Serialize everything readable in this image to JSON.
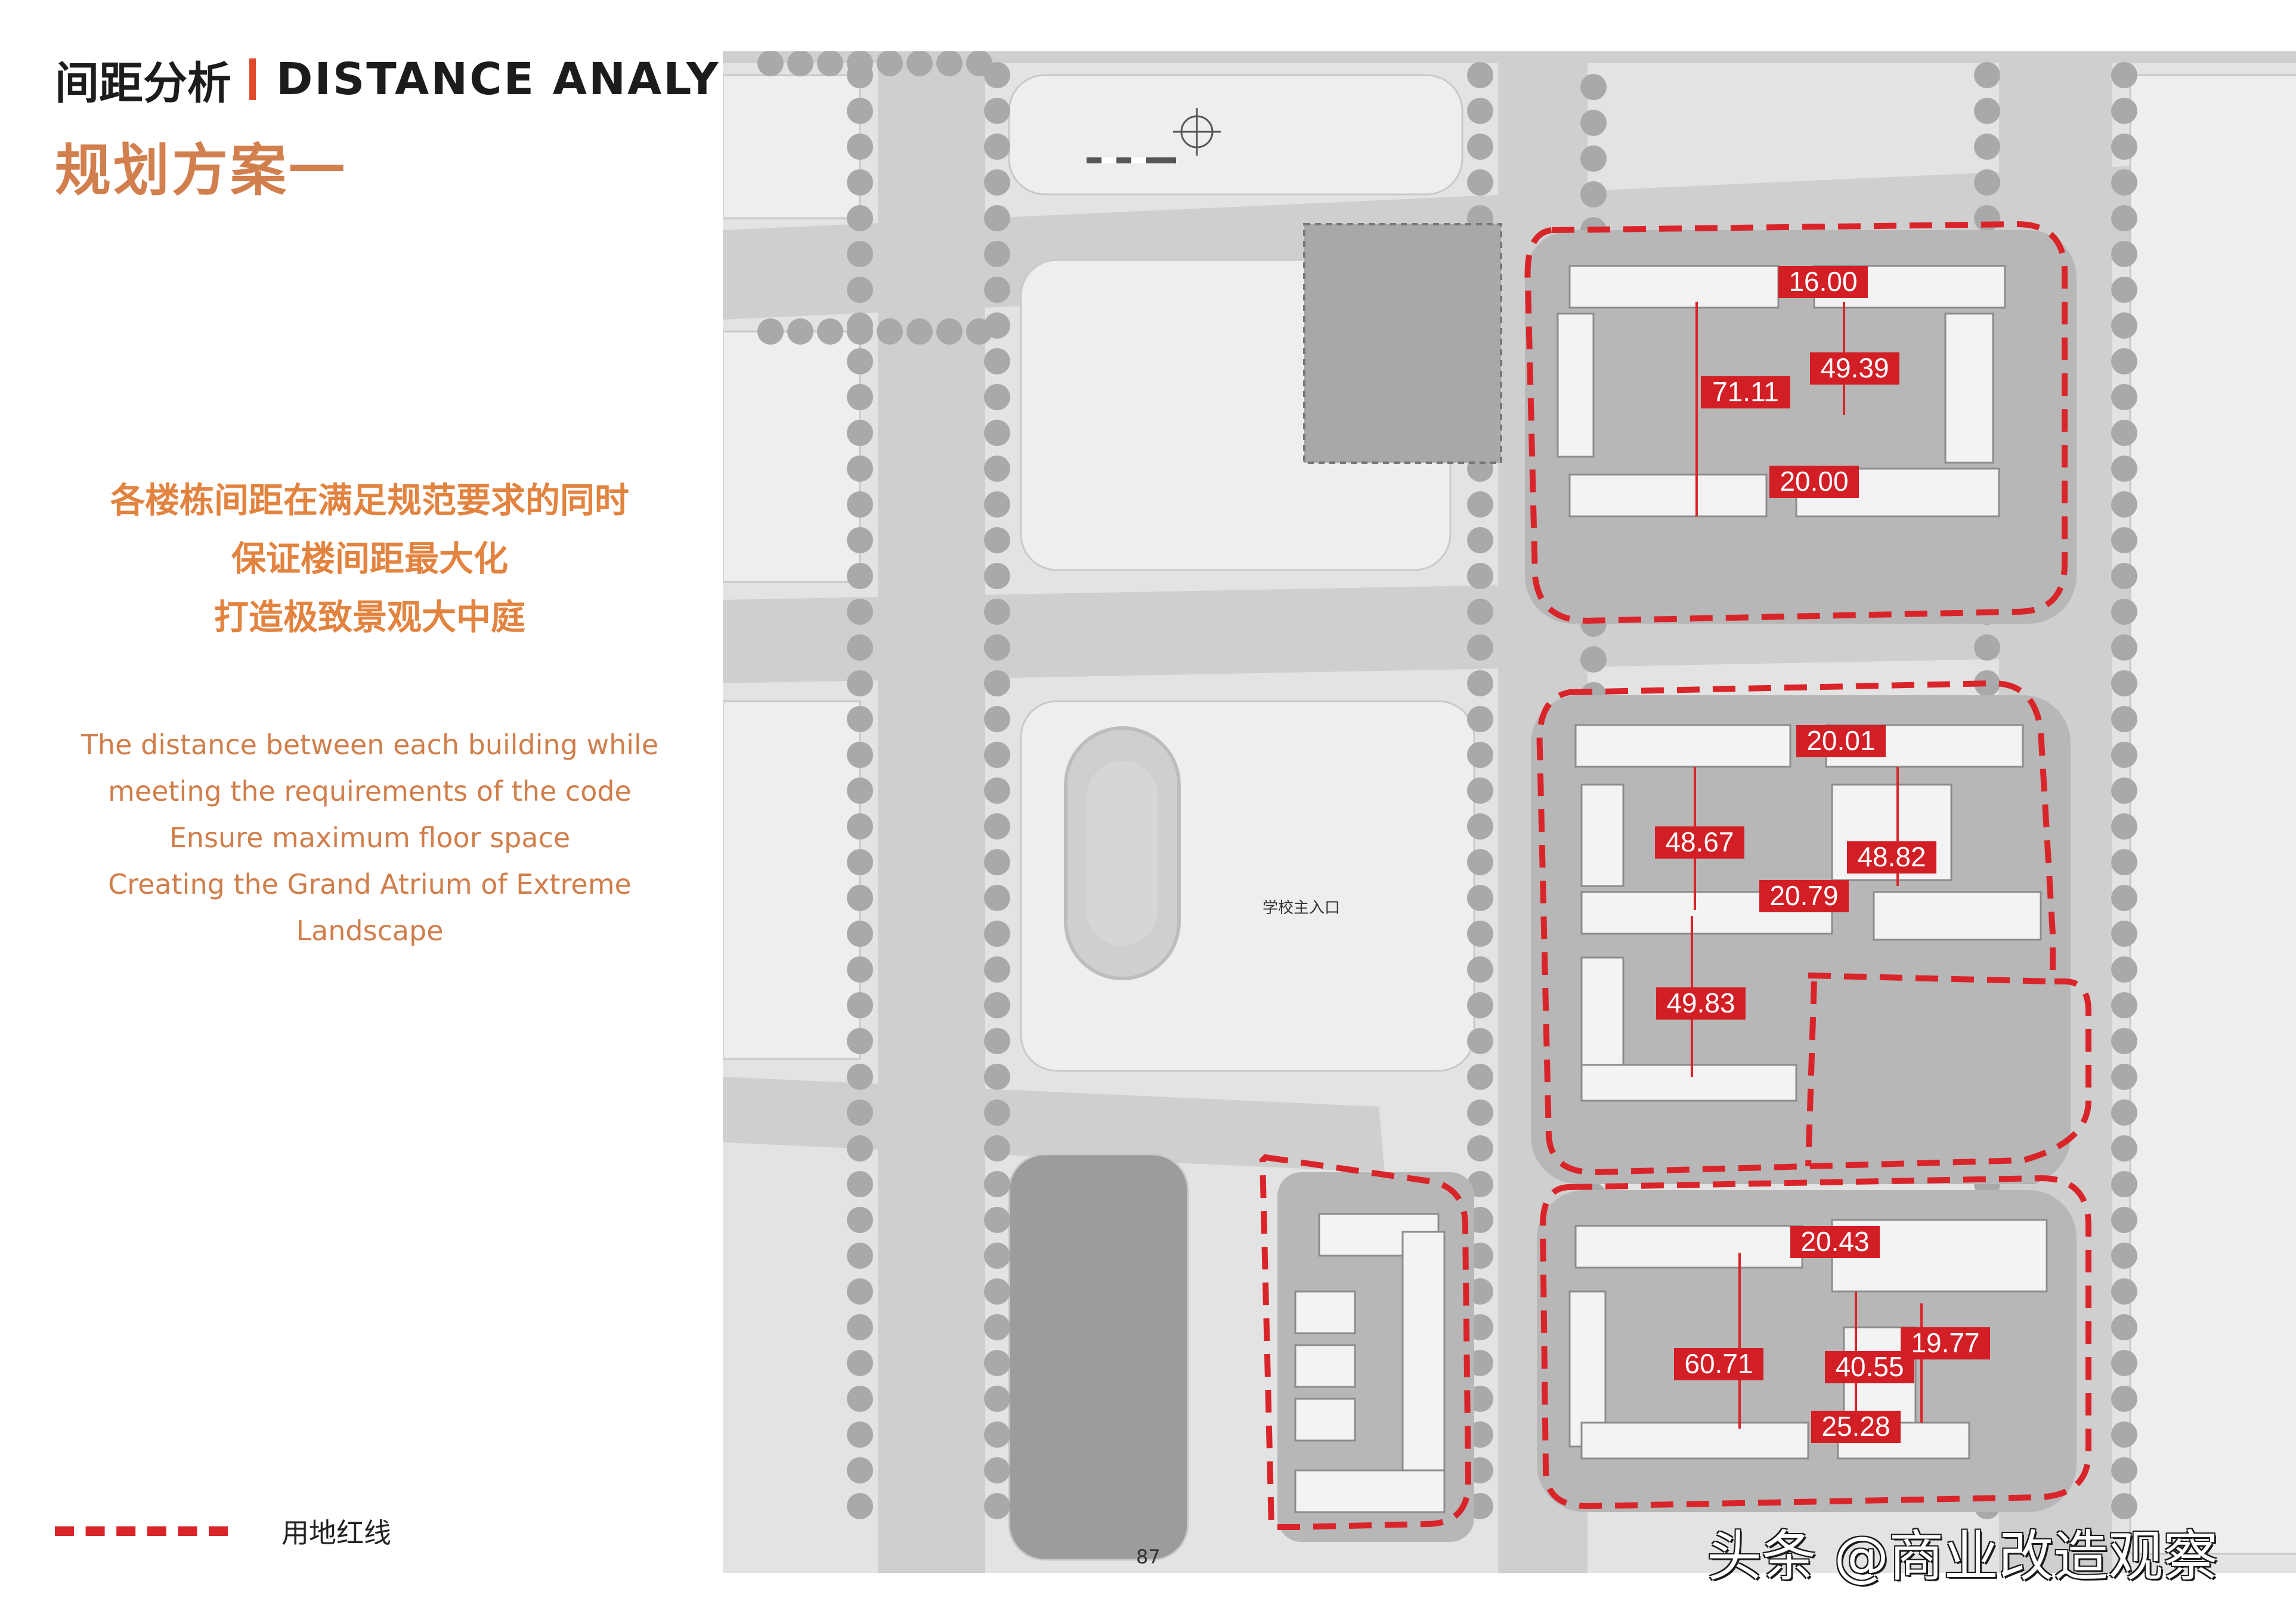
{
  "header": {
    "title_cn": "间距分析",
    "title_en": "DISTANCE ANALYSIS",
    "subtitle": "规划方案一"
  },
  "description_cn": [
    "各楼栋间距在满足规范要求的同时",
    "保证楼间距最大化",
    "打造极致景观大中庭"
  ],
  "description_en": [
    "The distance between each building while",
    "meeting the requirements of the code",
    "Ensure maximum floor space",
    "Creating the Grand Atrium of Extreme",
    "Landscape"
  ],
  "legend": {
    "label": "用地红线",
    "color": "#d9252a"
  },
  "page_number": "87",
  "watermark": "头条 @商业改造观察",
  "plan": {
    "school_entrance": "学校主入口",
    "distances": [
      {
        "plot": "north",
        "value": "16.00"
      },
      {
        "plot": "north",
        "value": "71.11"
      },
      {
        "plot": "north",
        "value": "49.39"
      },
      {
        "plot": "north",
        "value": "20.00"
      },
      {
        "plot": "middle",
        "value": "20.01"
      },
      {
        "plot": "middle",
        "value": "48.67"
      },
      {
        "plot": "middle",
        "value": "48.82"
      },
      {
        "plot": "middle",
        "value": "20.79"
      },
      {
        "plot": "middle",
        "value": "49.83"
      },
      {
        "plot": "south",
        "value": "20.43"
      },
      {
        "plot": "south",
        "value": "60.71"
      },
      {
        "plot": "south",
        "value": "40.55"
      },
      {
        "plot": "south",
        "value": "19.77"
      },
      {
        "plot": "south",
        "value": "25.28"
      }
    ]
  }
}
